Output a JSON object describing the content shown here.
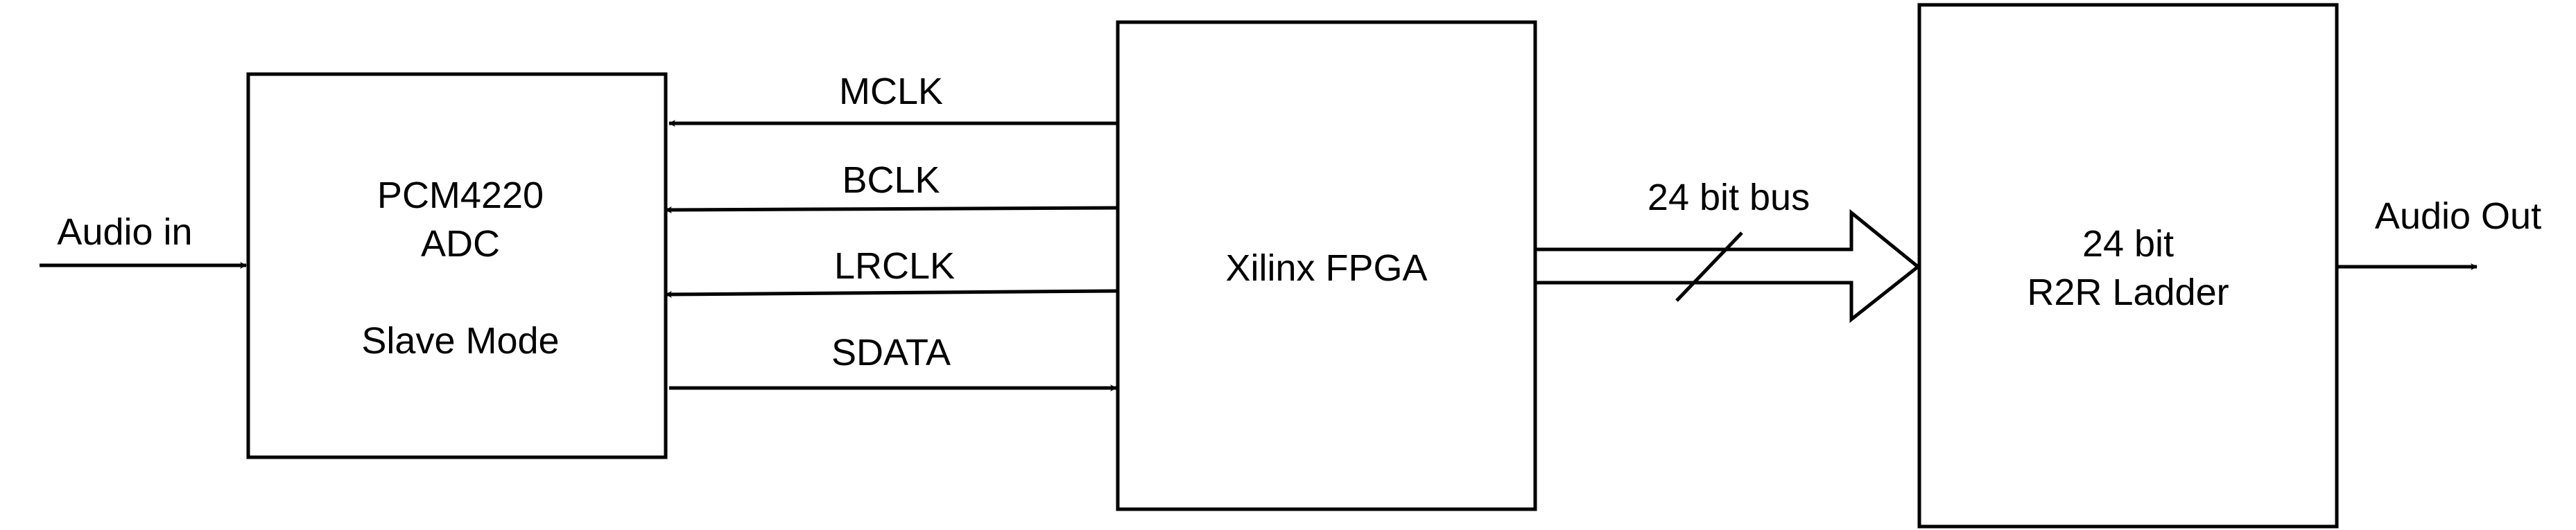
{
  "blocks": {
    "adc": {
      "line1": "PCM4220",
      "line2": "ADC",
      "line3": "Slave Mode"
    },
    "fpga": {
      "label": "Xilinx FPGA"
    },
    "dac": {
      "line1": "24 bit",
      "line2": "R2R Ladder"
    }
  },
  "signals": {
    "audio_in": "Audio in",
    "mclk": "MCLK",
    "bclk": "BCLK",
    "lrclk": "LRCLK",
    "sdata": "SDATA",
    "bus": "24 bit bus",
    "audio_out": "Audio Out"
  },
  "colors": {
    "stroke": "#000000",
    "background": "#ffffff"
  }
}
